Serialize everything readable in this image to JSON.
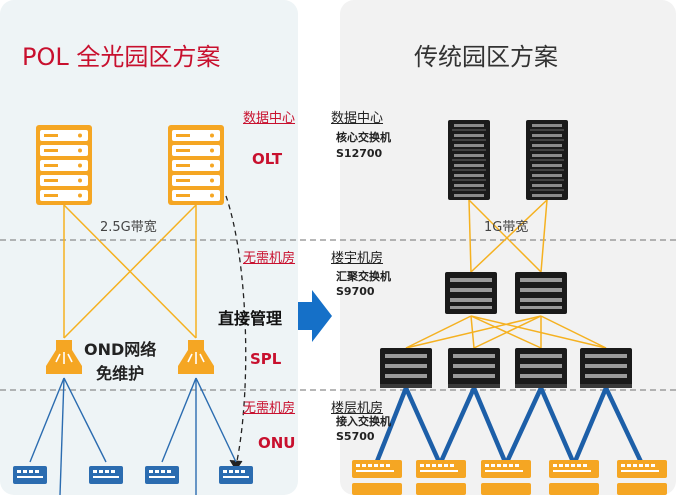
{
  "left": {
    "title": "POL 全光园区方案",
    "datacenter": "数据中心",
    "olt": "OLT",
    "bandwidth": "2.5G带宽",
    "no_room_1": "无需机房",
    "direct_mgmt": "直接管理",
    "ond_line1": "OND网络",
    "ond_line2": "免维护",
    "spl": "SPL",
    "no_room_2": "无需机房",
    "onu": "ONU"
  },
  "right": {
    "title": "传统园区方案",
    "datacenter": "数据中心",
    "core_switch": "核心交换机",
    "core_model": "S12700",
    "bandwidth": "1G带宽",
    "building_room": "楼宇机房",
    "agg_switch": "汇聚交换机",
    "agg_model": "S9700",
    "floor_room": "楼层机房",
    "access_switch": "接入交换机",
    "access_model": "S5700"
  },
  "colors": {
    "orange": "#f5a623",
    "black_device": "#1a1a1a",
    "blue_device": "#2b6cb0",
    "red_label": "#c8102e",
    "arrow_blue": "#1570c8",
    "link_blue": "#1d5fa8",
    "link_yellow": "#f5b120"
  }
}
